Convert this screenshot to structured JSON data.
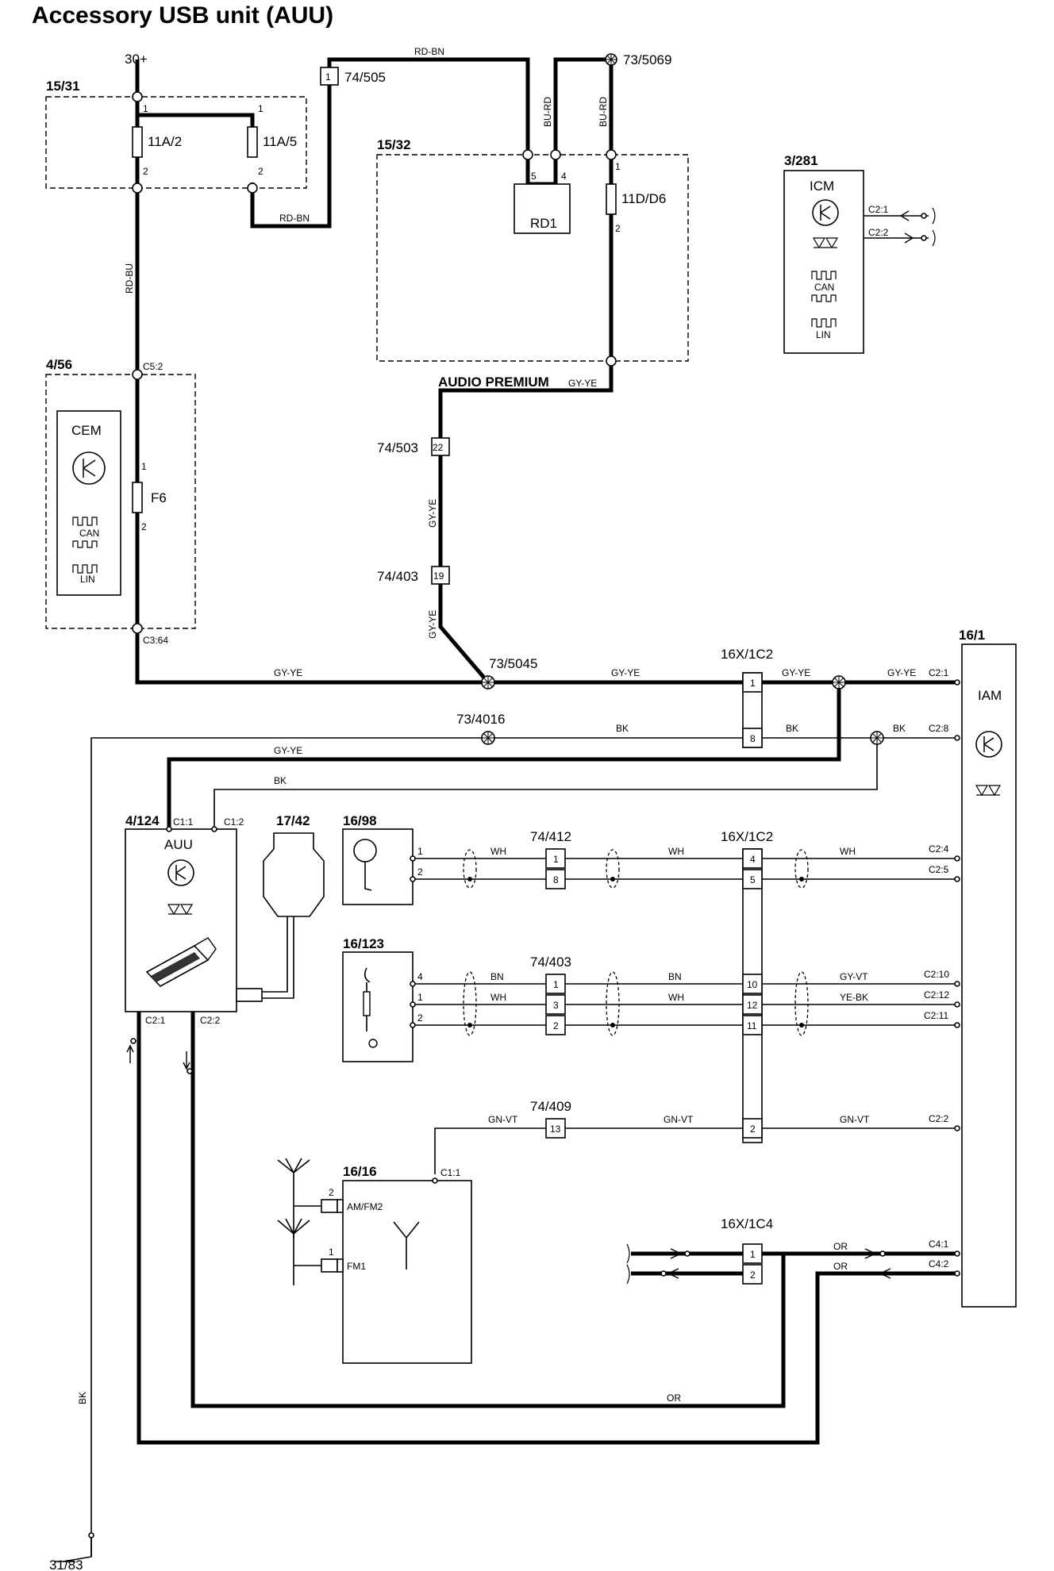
{
  "title": "Accessory USB unit (AUU)",
  "components": {
    "fusebox_1531": {
      "id": "15/31",
      "fuse_a": "11A/2",
      "fuse_b": "11A/5",
      "pin1": "1",
      "pin2": "2"
    },
    "fusebox_1532": {
      "id": "15/32",
      "relay": "RD1",
      "fuse": "11D/D6",
      "pin5": "5",
      "pin4": "4",
      "pin1": "1",
      "pin2": "2"
    },
    "cem": {
      "id": "4/56",
      "name": "CEM",
      "fuse": "F6",
      "conn_top": "C5:2",
      "conn_bottom": "C3:64",
      "pin1": "1",
      "pin2": "2",
      "can": "CAN",
      "lin": "LIN"
    },
    "icm": {
      "id": "3/281",
      "name": "ICM",
      "c1": "C2:1",
      "c2": "C2:2",
      "can": "CAN",
      "lin": "LIN"
    },
    "iam": {
      "id": "16/1",
      "name": "IAM",
      "pins": [
        "C2:1",
        "C2:8",
        "C2:4",
        "C2:5",
        "C2:10",
        "C2:12",
        "C2:11",
        "C2:2",
        "C4:1",
        "C4:2"
      ]
    },
    "auu": {
      "id": "4/124",
      "name": "AUU",
      "c11": "C1:1",
      "c12": "C1:2",
      "c21": "C2:1",
      "c22": "C2:2"
    },
    "usb": {
      "id": "17/42"
    },
    "mic": {
      "id": "16/98",
      "pin1": "1",
      "pin2": "2"
    },
    "aux": {
      "id": "16/123",
      "pin4": "4",
      "pin1": "1",
      "pin2": "2"
    },
    "antenna": {
      "id": "16/16",
      "c11": "C1:1",
      "amfm2": "AM/FM2",
      "fm1": "FM1",
      "pin2": "2",
      "pin1": "1"
    }
  },
  "connectors": {
    "c74_505": {
      "id": "74/505",
      "pin": "1"
    },
    "c74_503": {
      "id": "74/503",
      "pin": "22"
    },
    "c74_403a": {
      "id": "74/403",
      "pin": "19"
    },
    "c74_412": {
      "id": "74/412",
      "pins": [
        "1",
        "8"
      ]
    },
    "c74_403b": {
      "id": "74/403",
      "pins": [
        "1",
        "3",
        "2"
      ]
    },
    "c74_409": {
      "id": "74/409",
      "pin": "13"
    },
    "c16x1c2_top": {
      "id": "16X/1C2",
      "pins": [
        "1",
        "8"
      ]
    },
    "c16x1c2_mid": {
      "id": "16X/1C2",
      "pins": [
        "4",
        "5",
        "10",
        "12",
        "11",
        "2"
      ]
    },
    "c16x1c4": {
      "id": "16X/1C4",
      "pins": [
        "1",
        "2"
      ]
    }
  },
  "splices": {
    "s73_5069": "73/5069",
    "s73_5045": "73/5045",
    "s73_4016": "73/4016"
  },
  "supply": {
    "plus30": "30+",
    "ground": "31/83",
    "audio_premium": "AUDIO PREMIUM"
  },
  "wire_colors": {
    "rd_bn": "RD-BN",
    "bu_rd": "BU-RD",
    "rd_bu": "RD-BU",
    "gy_ye": "GY-YE",
    "bk": "BK",
    "wh": "WH",
    "bn": "BN",
    "gy_vt": "GY-VT",
    "ye_bk": "YE-BK",
    "gn_vt": "GN-VT",
    "or": "OR"
  }
}
